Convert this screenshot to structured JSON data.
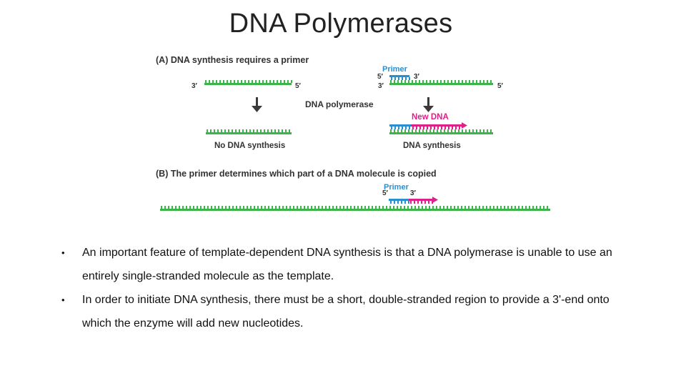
{
  "slide": {
    "title": "DNA Polymerases"
  },
  "figure": {
    "panel_a": {
      "heading": "(A) DNA synthesis requires a primer",
      "left_3": "3′",
      "left_5": "5′",
      "primer_label": "Primer",
      "primer_5": "5′",
      "primer_3": "3′",
      "right_3": "3′",
      "right_5": "5′",
      "enzyme_label": "DNA polymerase",
      "new_dna_label": "New DNA",
      "no_synthesis_label": "No DNA synthesis",
      "synthesis_label": "DNA synthesis"
    },
    "panel_b": {
      "heading": "(B) The primer determines which part of a DNA molecule is copied",
      "primer_label": "Primer",
      "primer_5": "5′",
      "primer_3": "3′"
    },
    "colors": {
      "template": "#3cb44a",
      "primer": "#2a8fd0",
      "new_dna": "#e0208a",
      "label_blue": "#2a8fd0",
      "label_pink": "#e0208a",
      "text_dark": "#333333",
      "arrow": "#3a3a3a"
    }
  },
  "bullets": [
    {
      "text": "An important feature of template-dependent DNA synthesis is that a DNA polymerase is unable to use an entirely single-stranded molecule as the template."
    },
    {
      "text": "In order to initiate DNA synthesis, there must be a short, double-stranded region to provide a 3'-end onto which the enzyme will add new nucleotides."
    }
  ],
  "bullet_symbol": "•"
}
